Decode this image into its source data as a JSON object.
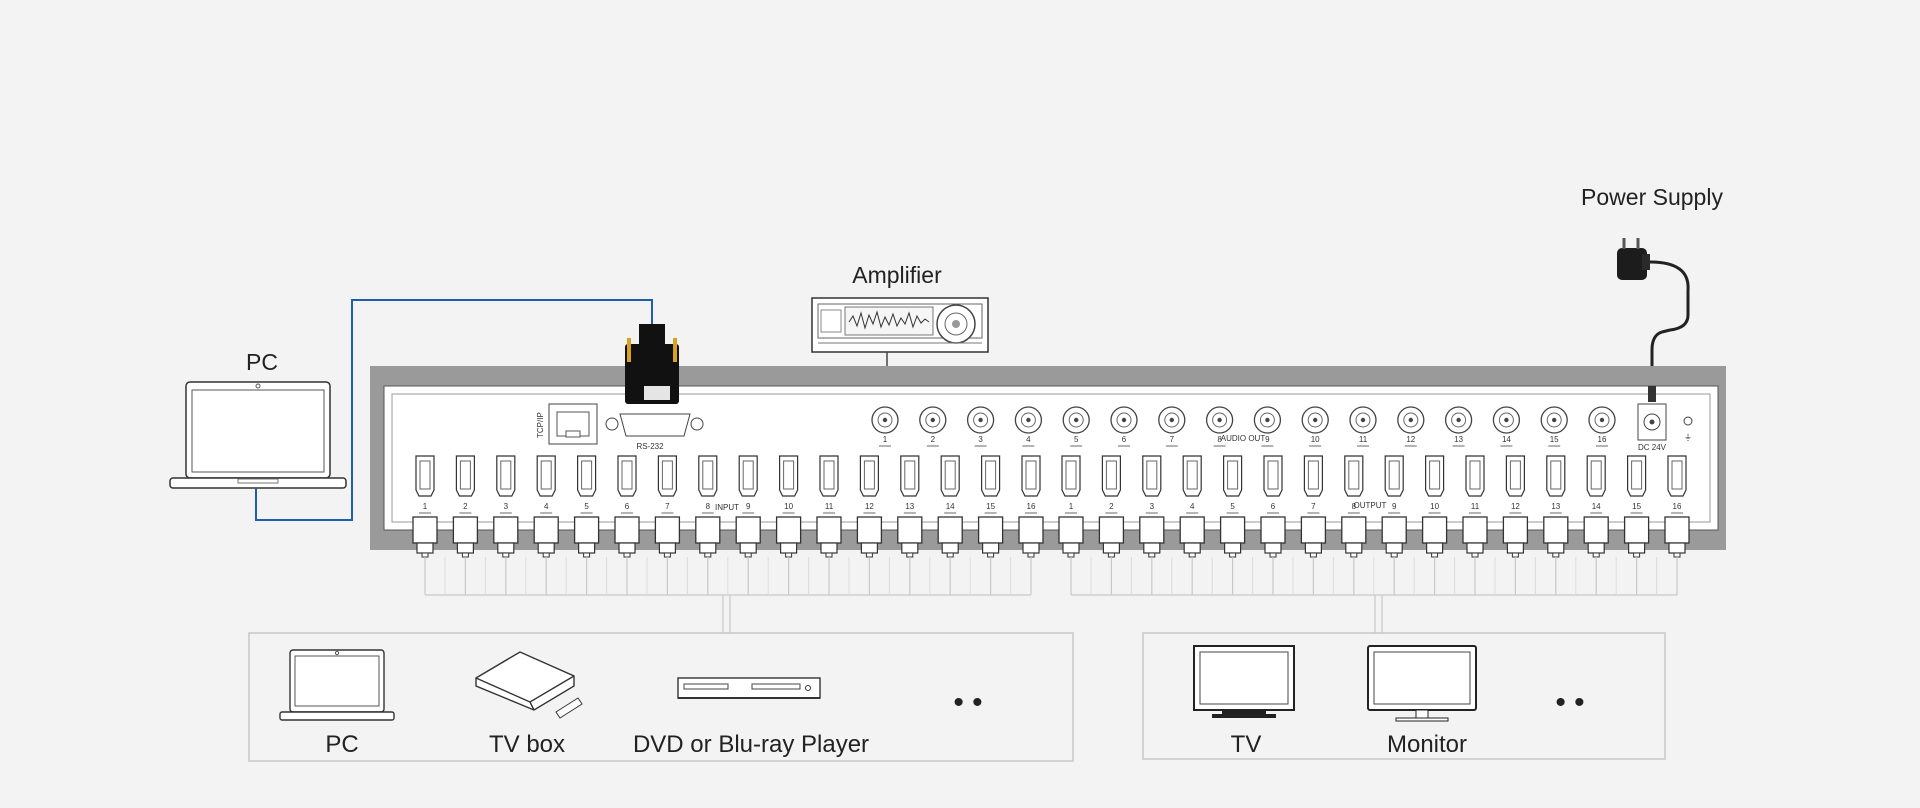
{
  "labels": {
    "pc_top": "PC",
    "amplifier": "Amplifier",
    "power_supply": "Power Supply"
  },
  "panel": {
    "tcpip": "TCP/IP",
    "rs232": "RS-232",
    "audio_out": "AUDIO OUT",
    "input": "INPUT",
    "output": "OUTPUT",
    "dc": "DC 24V",
    "ground": "⏚",
    "port_numbers": [
      "1",
      "2",
      "3",
      "4",
      "5",
      "6",
      "7",
      "8",
      "9",
      "10",
      "11",
      "12",
      "13",
      "14",
      "15",
      "16"
    ]
  },
  "sources": {
    "items": [
      "PC",
      "TV box",
      "DVD or Blu-ray Player"
    ],
    "more": "• •"
  },
  "displays": {
    "items": [
      "TV",
      "Monitor"
    ],
    "more": "• •"
  },
  "colors": {
    "rs232_cable": "#1f5fa8",
    "chassis": "#9a9a9a",
    "panel": "#ffffff",
    "stroke": "#444444",
    "background": "#f3f3f3"
  },
  "icons": {
    "laptop": "laptop-icon",
    "amplifier": "amplifier-icon",
    "power_adapter": "power-adapter-icon",
    "db9": "db9-connector-icon",
    "tv_box": "tv-box-icon",
    "dvd_player": "dvd-player-icon",
    "tv": "tv-icon",
    "monitor": "monitor-icon"
  }
}
